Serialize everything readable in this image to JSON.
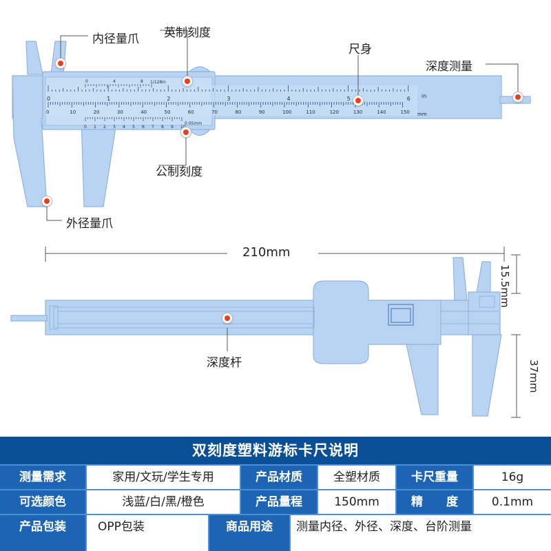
{
  "callouts": {
    "inner_jaw": "内径量爪",
    "imperial_scale": "英制刻度",
    "main_body": "尺身",
    "depth_measure": "深度测量",
    "metric_scale": "公制刻度",
    "outer_jaw": "外径量爪",
    "depth_rod": "深度杆"
  },
  "ruler_text": {
    "in_unit": "in",
    "mm_unit": "mm",
    "vernier_inch": "1/128in",
    "vernier_mm": "0.05mm",
    "inch_ticks": [
      "0",
      "1",
      "2",
      "3",
      "4",
      "5",
      "6"
    ],
    "mm_ticks": [
      "0",
      "10",
      "20",
      "30",
      "40",
      "50",
      "60",
      "70",
      "80",
      "90",
      "100",
      "110",
      "120",
      "130",
      "140",
      "150"
    ],
    "vernier_top_ticks": [
      "0",
      "4",
      "8"
    ],
    "vernier_bottom_ticks": [
      "0",
      "1",
      "2",
      "3",
      "4",
      "5",
      "6",
      "7",
      "8",
      "9",
      "10"
    ]
  },
  "dimensions": {
    "length": "210mm",
    "jaw_top": "15.5mm",
    "jaw_bottom": "37mm"
  },
  "spec_table": {
    "title": "双刻度塑料游标卡尺说明",
    "row1": {
      "k1": "测量需求",
      "v1": "家用/文玩/学生专用",
      "k2": "产品材质",
      "v2": "全塑材质",
      "k3": "卡尺重量",
      "v3": "16g"
    },
    "row2": {
      "k1": "可选颜色",
      "v1": "浅蓝/白/黑/橙色",
      "k2": "产品量程",
      "v2": "150mm",
      "k3": "精　　度",
      "v3": "0.1mm"
    },
    "row3": {
      "k1": "产品包装",
      "v1": "OPP包装",
      "k2": "商品用途",
      "v2": "测量内径、外径、深度、台阶测量"
    }
  },
  "colors": {
    "caliper_fill": "#b9d4f2",
    "caliper_stroke": "#8fb3de",
    "header_bg": "#0a4f96",
    "key_bg": "#1e64b4",
    "table_border": "#4a8fd8",
    "marker": "#e8401c"
  }
}
